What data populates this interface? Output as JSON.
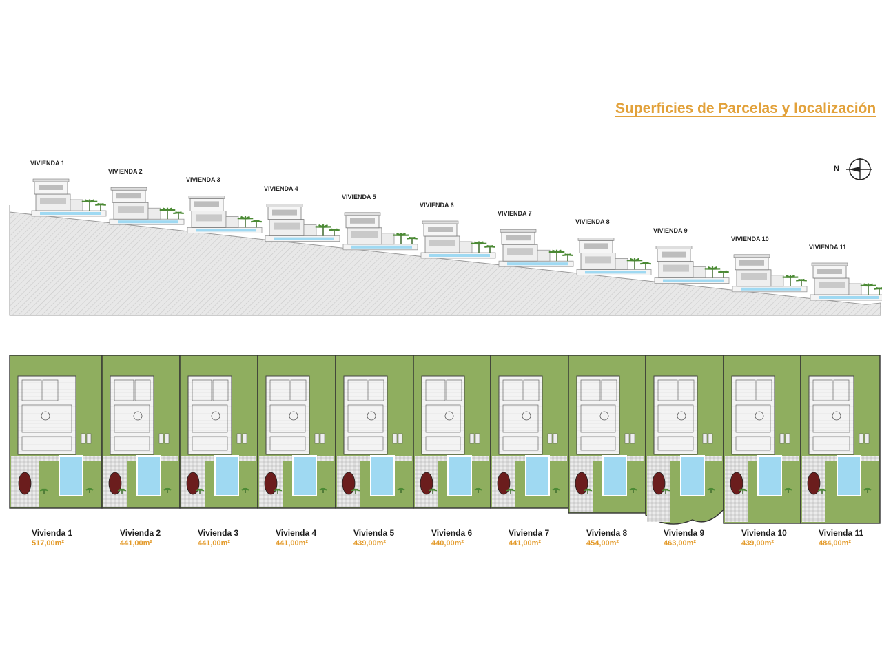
{
  "title": "Superficies de Parcelas y localización",
  "north_label": "N",
  "colors": {
    "accent": "#e2a13a",
    "area_text": "#e39a2a",
    "lawn": "#8fae5f",
    "pool": "#9fd9f2",
    "paving": "#d9d9d9",
    "terrain": "#e3e3e3"
  },
  "elevation_labels": [
    "VIVIENDA 1",
    "VIVIENDA 2",
    "VIVIENDA 3",
    "VIVIENDA 4",
    "VIVIENDA 5",
    "VIVIENDA 6",
    "VIVIENDA 7",
    "VIVIENDA 8",
    "VIVIENDA 9",
    "VIVIENDA 10",
    "VIVIENDA 11"
  ],
  "plots": [
    {
      "name": "Vivienda 1",
      "area": "517,00m²"
    },
    {
      "name": "Vivienda 2",
      "area": "441,00m²"
    },
    {
      "name": "Vivienda 3",
      "area": "441,00m²"
    },
    {
      "name": "Vivienda 4",
      "area": "441,00m²"
    },
    {
      "name": "Vivienda 5",
      "area": "439,00m²"
    },
    {
      "name": "Vivienda 6",
      "area": "440,00m²"
    },
    {
      "name": "Vivienda 7",
      "area": "441,00m²"
    },
    {
      "name": "Vivienda 8",
      "area": "454,00m²"
    },
    {
      "name": "Vivienda 9",
      "area": "463,00m²"
    },
    {
      "name": "Vivienda 10",
      "area": "439,00m²"
    },
    {
      "name": "Vivienda 11",
      "area": "484,00m²"
    }
  ]
}
